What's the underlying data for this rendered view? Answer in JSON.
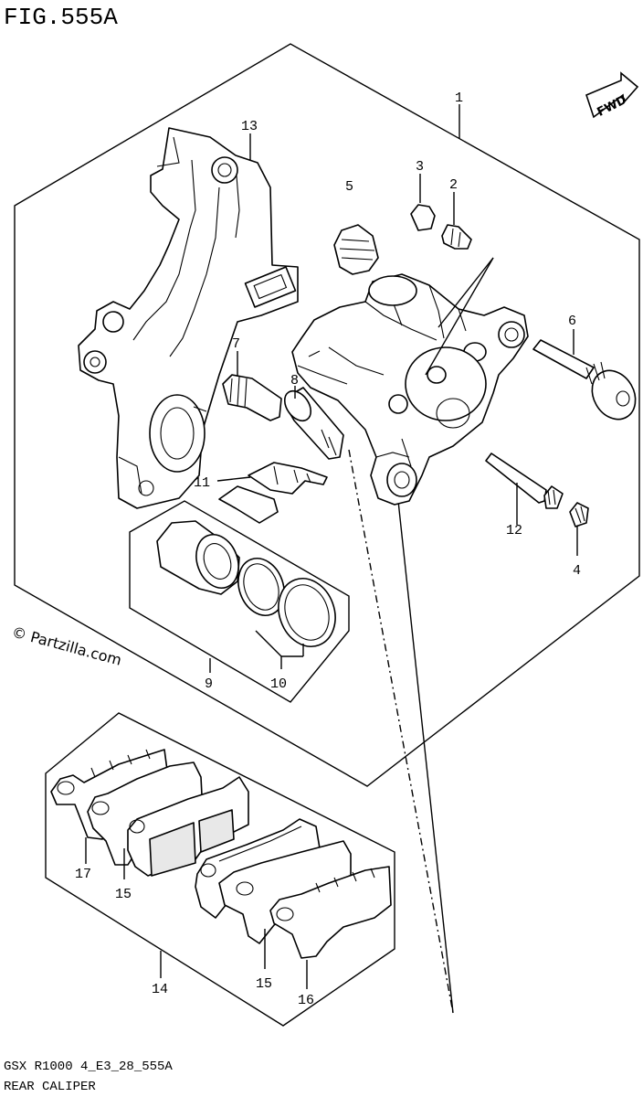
{
  "figure_title": "FIG.555A",
  "model_code": "GSX R1000 4_E3_28_555A",
  "section_title": "REAR CALIPER",
  "watermark": "© Partzilla.com",
  "fwd_label": "FWD",
  "callouts": [
    "1",
    "2",
    "3",
    "4",
    "5",
    "6",
    "7",
    "8",
    "9",
    "10",
    "11",
    "12",
    "13",
    "14",
    "15",
    "15",
    "16",
    "17"
  ],
  "icons": {
    "fwd": "forward-arrow-icon",
    "copyright": "copyright-icon"
  }
}
